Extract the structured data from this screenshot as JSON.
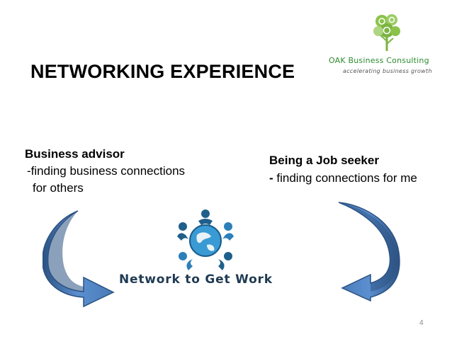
{
  "title": "NETWORKING EXPERIENCE",
  "logo": {
    "name": "OAK Business Consulting",
    "tagline": "accelerating business growth",
    "icon": "oak-tree-icon"
  },
  "left_block": {
    "heading": "Business advisor",
    "line1": "-finding business connections",
    "line2": "for others"
  },
  "right_block": {
    "heading": "Being a Job seeker",
    "dash": "-",
    "line1": " finding connections for me"
  },
  "center_logo": {
    "text": "Network to Get Work",
    "icon": "globe-people-icon"
  },
  "page_number": "4",
  "colors": {
    "arrow_blue": "#4a7bb7",
    "arrow_dark": "#2c5282",
    "logo_green": "#7cb342",
    "logo_text_green": "#2e8c2e"
  }
}
